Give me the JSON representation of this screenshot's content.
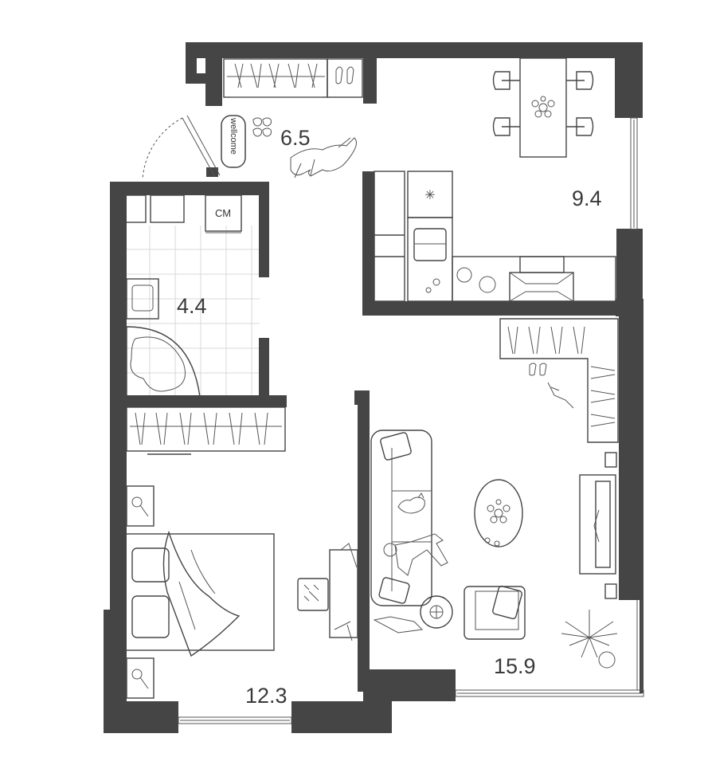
{
  "rooms": [
    {
      "id": "hall",
      "area": "6.5"
    },
    {
      "id": "kitchen",
      "area": "9.4"
    },
    {
      "id": "bathroom",
      "area": "4.4"
    },
    {
      "id": "bedroom",
      "area": "12.3"
    },
    {
      "id": "living",
      "area": "15.9"
    }
  ],
  "labels": {
    "washing_machine": "СМ",
    "doormat": "wellcome"
  },
  "colors": {
    "wall": "#454545",
    "tile": "#d9d9d9",
    "furniture": "#454545"
  },
  "icons": [
    "snowflake-icon",
    "plant-icon",
    "flower-vase-icon",
    "person-icon",
    "cat-icon",
    "dog-icon"
  ]
}
